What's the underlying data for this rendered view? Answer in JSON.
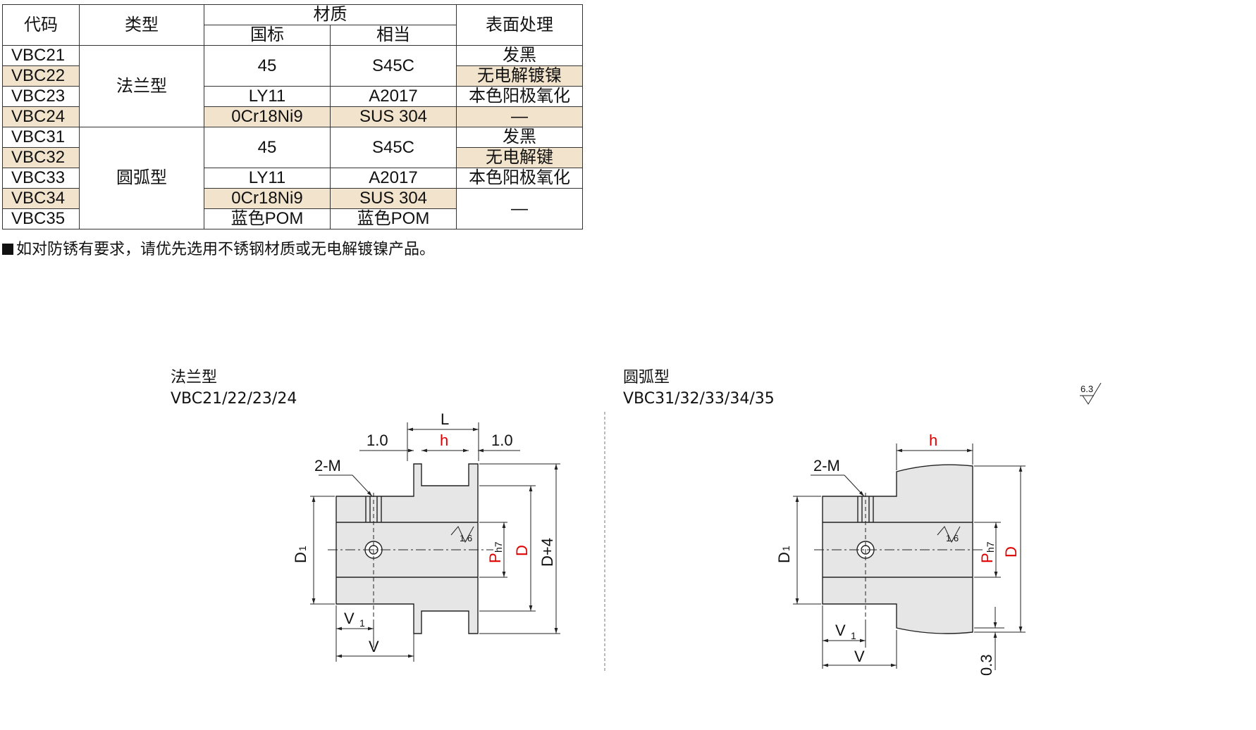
{
  "table": {
    "headers": {
      "code": "代码",
      "type": "类型",
      "material": "材质",
      "national": "国标",
      "equivalent": "相当",
      "surface": "表面处理"
    },
    "types": {
      "flange": "法兰型",
      "arc": "圆弧型"
    },
    "rows": [
      {
        "code": "VBC21",
        "surface": "发黑"
      },
      {
        "code": "VBC22",
        "surface": "无电解镀镍"
      },
      {
        "code": "VBC23",
        "surface": "本色阳极氧化"
      },
      {
        "code": "VBC24",
        "surface": "—"
      },
      {
        "code": "VBC31",
        "surface": "发黑"
      },
      {
        "code": "VBC32",
        "surface": "无电解键"
      },
      {
        "code": "VBC33",
        "surface": "本色阳极氧化"
      },
      {
        "code": "VBC34",
        "surface": "—"
      },
      {
        "code": "VBC35",
        "surface": ""
      }
    ],
    "materials": {
      "m45": "45",
      "s45c": "S45C",
      "ly11": "LY11",
      "a2017": "A2017",
      "cr18": "0Cr18Ni9",
      "sus": "SUS 304",
      "pom_n": "蓝色POM",
      "pom_e": "蓝色POM"
    }
  },
  "note": "如对防锈有要求，请优先选用不锈钢材质或无电解镀镍产品。",
  "figures": {
    "left": {
      "title": "法兰型",
      "codes": "VBC21/22/23/24"
    },
    "right": {
      "title": "圆弧型",
      "codes": "VBC31/32/33/34/35"
    },
    "labels": {
      "L": "L",
      "h": "h",
      "gap": "1.0",
      "M": "2-M",
      "D1": "D",
      "sub1": "1",
      "P": "P",
      "h7": "h7",
      "D": "D",
      "Dp4": "D+4",
      "V1": "V",
      "V": "V",
      "rough": "1.6",
      "rough_top": "6.3",
      "d03": "0.3"
    }
  }
}
